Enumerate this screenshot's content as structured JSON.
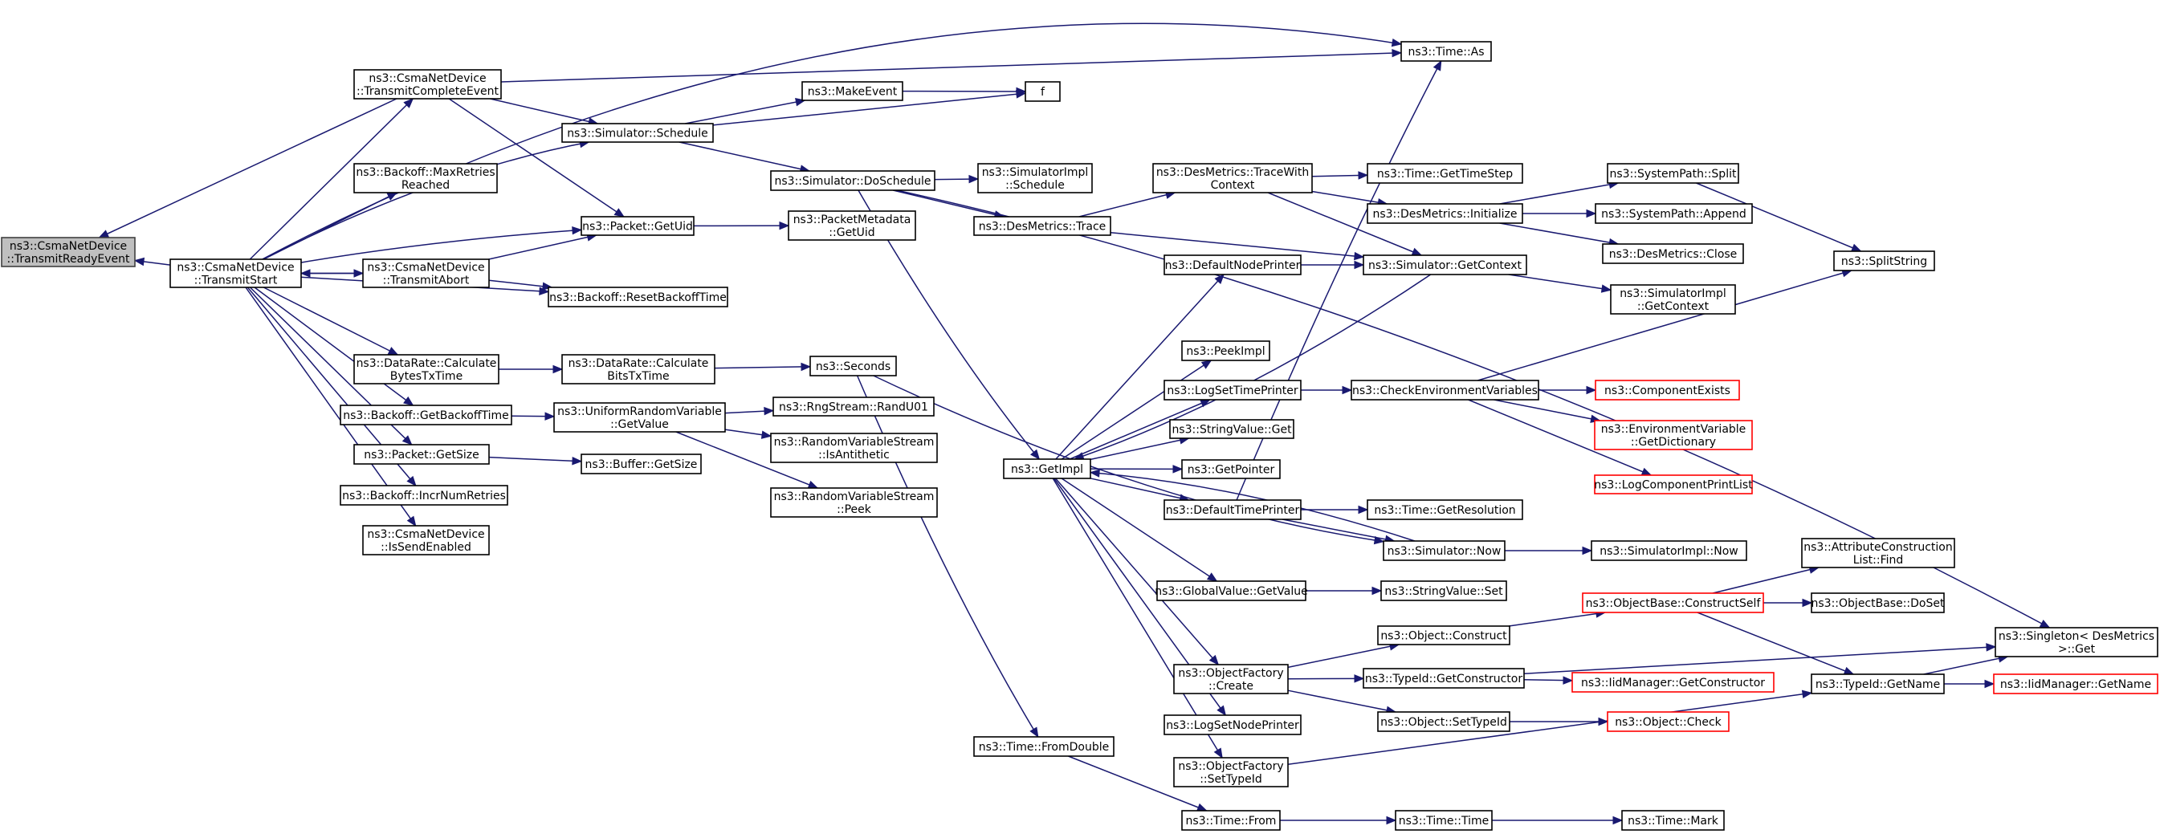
{
  "colors": {
    "edge": "#191970",
    "node_border": "#000000",
    "root_fill": "#bfbfbf",
    "truncated_border": "#ff0000",
    "background": "#ffffff"
  },
  "nodes": {
    "root": [
      "ns3::CsmaNetDevice",
      "::TransmitReadyEvent"
    ],
    "tstart": [
      "ns3::CsmaNetDevice",
      "::TransmitStart"
    ],
    "tcomplete": [
      "ns3::CsmaNetDevice",
      "::TransmitCompleteEvent"
    ],
    "maxretries": [
      "ns3::Backoff::MaxRetries",
      "Reached"
    ],
    "tabort": [
      "ns3::CsmaNetDevice",
      "::TransmitAbort"
    ],
    "calcbytes": [
      "ns3::DataRate::Calculate",
      "BytesTxTime"
    ],
    "getbackofftime": [
      "ns3::Backoff::GetBackoffTime"
    ],
    "pgetsize": [
      "ns3::Packet::GetSize"
    ],
    "incrretries": [
      "ns3::Backoff::IncrNumRetries"
    ],
    "issend": [
      "ns3::CsmaNetDevice",
      "::IsSendEnabled"
    ],
    "schedule": [
      "ns3::Simulator::Schedule"
    ],
    "getuid": [
      "ns3::Packet::GetUid"
    ],
    "resetbackoff": [
      "ns3::Backoff::ResetBackoffTime"
    ],
    "calcbits": [
      "ns3::DataRate::Calculate",
      "BitsTxTime"
    ],
    "urvgetvalue": [
      "ns3::UniformRandomVariable",
      "::GetValue"
    ],
    "bufgetsize": [
      "ns3::Buffer::GetSize"
    ],
    "makeevent": [
      "ns3::MakeEvent"
    ],
    "doschedule": [
      "ns3::Simulator::DoSchedule"
    ],
    "pmgetuid": [
      "ns3::PacketMetadata",
      "::GetUid"
    ],
    "seconds": [
      "ns3::Seconds"
    ],
    "randu01": [
      "ns3::RngStream::RandU01"
    ],
    "isantithetic": [
      "ns3::RandomVariableStream",
      "::IsAntithetic"
    ],
    "rvspeek": [
      "ns3::RandomVariableStream",
      "::Peek"
    ],
    "fromdouble": [
      "ns3::Time::FromDouble"
    ],
    "timeas": [
      "ns3::Time::As"
    ],
    "f": [
      "f"
    ],
    "simimplschedule": [
      "ns3::SimulatorImpl",
      "::Schedule"
    ],
    "dmtrace": [
      "ns3::DesMetrics::Trace"
    ],
    "getimpl": [
      "ns3::GetImpl"
    ],
    "dmtracewith": [
      "ns3::DesMetrics::TraceWith",
      "Context"
    ],
    "defnodeprinter": [
      "ns3::DefaultNodePrinter"
    ],
    "peekimpl": [
      "ns3::PeekImpl"
    ],
    "logsettimeprinter": [
      "ns3::LogSetTimePrinter"
    ],
    "svget": [
      "ns3::StringValue::Get"
    ],
    "getpointer": [
      "ns3::GetPointer"
    ],
    "deftimeprinter": [
      "ns3::DefaultTimePrinter"
    ],
    "gvgetvalue": [
      "ns3::GlobalValue::GetValue"
    ],
    "ofcreate": [
      "ns3::ObjectFactory",
      "::Create"
    ],
    "logsetnodeprinter": [
      "ns3::LogSetNodePrinter"
    ],
    "ofsettypeid": [
      "ns3::ObjectFactory",
      "::SetTypeId"
    ],
    "timefrom": [
      "ns3::Time::From"
    ],
    "gettimestep": [
      "ns3::Time::GetTimeStep"
    ],
    "dminit": [
      "ns3::DesMetrics::Initialize"
    ],
    "simgetcontext": [
      "ns3::Simulator::GetContext"
    ],
    "checkenv": [
      "ns3::CheckEnvironmentVariables"
    ],
    "getresolution": [
      "ns3::Time::GetResolution"
    ],
    "simnow": [
      "ns3::Simulator::Now"
    ],
    "svset": [
      "ns3::StringValue::Set"
    ],
    "objconstruct": [
      "ns3::Object::Construct"
    ],
    "getconstructor": [
      "ns3::TypeId::GetConstructor"
    ],
    "objsettypeid": [
      "ns3::Object::SetTypeId"
    ],
    "timetime": [
      "ns3::Time::Time"
    ],
    "spsplit": [
      "ns3::SystemPath::Split"
    ],
    "spappend": [
      "ns3::SystemPath::Append"
    ],
    "dmclose": [
      "ns3::DesMetrics::Close"
    ],
    "simimplgetcontext": [
      "ns3::SimulatorImpl",
      "::GetContext"
    ],
    "compexists": [
      "ns3::ComponentExists"
    ],
    "envgetdict": [
      "ns3::EnvironmentVariable",
      "::GetDictionary"
    ],
    "logcompprintlist": [
      "ns3::LogComponentPrintList"
    ],
    "simimplnow": [
      "ns3::SimulatorImpl::Now"
    ],
    "constructself": [
      "ns3::ObjectBase::ConstructSelf"
    ],
    "iidgetconstructor": [
      "ns3::IidManager::GetConstructor"
    ],
    "objcheck": [
      "ns3::Object::Check"
    ],
    "timemark": [
      "ns3::Time::Mark"
    ],
    "splitstring": [
      "ns3::SplitString"
    ],
    "acfind": [
      "ns3::AttributeConstruction",
      "List::Find"
    ],
    "obdoset": [
      "ns3::ObjectBase::DoSet"
    ],
    "tidgetname": [
      "ns3::TypeId::GetName"
    ],
    "singletonget": [
      "ns3::Singleton< DesMetrics",
      " >::Get"
    ],
    "iidgetname": [
      "ns3::IidManager::GetName"
    ]
  }
}
